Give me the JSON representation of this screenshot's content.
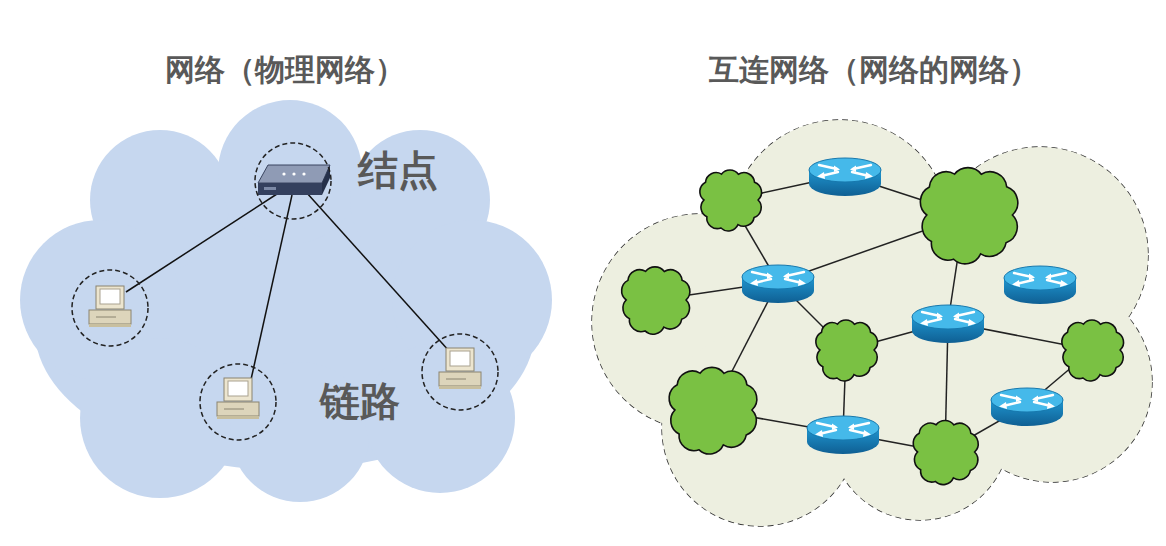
{
  "diagram": {
    "nodes": [
      {
        "text": [
          "网络（物理网络）"
        ]
      },
      {
        "text": [
          "互连网络（网络的网络）"
        ]
      }
    ],
    "labels": [
      "结点",
      "链路"
    ]
  }
}
